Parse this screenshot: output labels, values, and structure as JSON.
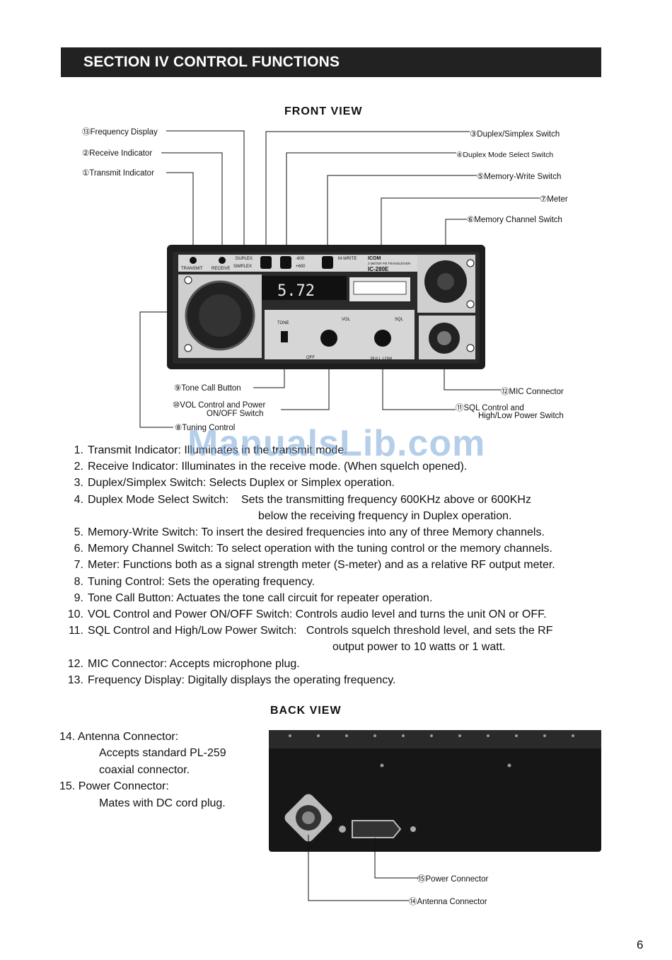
{
  "section_title": "SECTION IV CONTROL FUNCTIONS",
  "front_view": {
    "title": "FRONT VIEW",
    "callouts": [
      {
        "id": "13",
        "label": "⑬Frequency Display"
      },
      {
        "id": "2",
        "label": "②Receive Indicator"
      },
      {
        "id": "1",
        "label": "①Transmit Indicator"
      },
      {
        "id": "3",
        "label": "③Duplex/Simplex Switch"
      },
      {
        "id": "4",
        "label": "④Duplex Mode Select Switch"
      },
      {
        "id": "5",
        "label": "⑤Memory-Write Switch"
      },
      {
        "id": "7",
        "label": "⑦Meter"
      },
      {
        "id": "6",
        "label": "⑥Memory Channel Switch"
      },
      {
        "id": "9",
        "label": "⑨Tone Call Button"
      },
      {
        "id": "10",
        "label": "⑩VOL Control and Power",
        "label2": "ON/OFF Switch"
      },
      {
        "id": "8",
        "label": "⑧Tuning Control"
      },
      {
        "id": "12",
        "label": "⑫MIC Connector"
      },
      {
        "id": "11",
        "label": "⑪SQL Control and",
        "label2": "High/Low Power Switch"
      }
    ],
    "panel_labels": {
      "transmit": "TRANSMIT",
      "receive": "RECEIVE",
      "duplex": "DUPLEX",
      "simplex": "SIMPLEX",
      "minus600": "-600",
      "plus600": "+600",
      "mwrite": "M-WRITE",
      "brand": "ICOM",
      "model_desc": "2 METER FM TRANSCEIVER",
      "model": "IC-280E",
      "display_digits": "5.72",
      "tone": "TONE",
      "vol": "VOL",
      "off": "OFF",
      "sql": "SQL",
      "pull_low": "PULL LOW"
    }
  },
  "functions": [
    {
      "num": "1.",
      "text": "Transmit Indicator: Illuminates in the transmit mode."
    },
    {
      "num": "2.",
      "text": "Receive Indicator: Illuminates in the receive mode. (When squelch opened)."
    },
    {
      "num": "3.",
      "text": "Duplex/Simplex Switch: Selects Duplex or Simplex operation."
    },
    {
      "num": "4.",
      "text": "Duplex Mode Select Switch:    Sets the transmitting frequency 600KHz above or 600KHz",
      "cont": "below the receiving frequency in Duplex operation."
    },
    {
      "num": "5.",
      "text": "Memory-Write Switch: To insert the desired frequencies into any of three Memory channels."
    },
    {
      "num": "6.",
      "text": "Memory Channel Switch: To select operation with the tuning control or the memory channels."
    },
    {
      "num": "7.",
      "text": "Meter: Functions both as a signal strength meter (S-meter) and as a relative RF output meter."
    },
    {
      "num": "8.",
      "text": "Tuning Control: Sets the operating frequency."
    },
    {
      "num": "9.",
      "text": "Tone Call Button: Actuates the tone call circuit for repeater operation."
    },
    {
      "num": "10.",
      "text": "VOL Control and Power ON/OFF Switch: Controls audio level and turns the unit ON or OFF."
    },
    {
      "num": "11.",
      "text": "SQL Control and High/Low Power Switch:   Controls squelch threshold level, and sets the RF",
      "cont": "output power to 10 watts or 1 watt."
    },
    {
      "num": "12.",
      "text": "MIC Connector: Accepts microphone plug."
    },
    {
      "num": "13.",
      "text": "Frequency Display: Digitally displays the operating frequency."
    }
  ],
  "back_view": {
    "title": "BACK VIEW",
    "items": [
      {
        "num": "14.",
        "label": "Antenna Connector:",
        "desc1": "Accepts standard PL-259",
        "desc2": "coaxial connector."
      },
      {
        "num": "15.",
        "label": "Power Connector:",
        "desc1": "Mates with DC cord plug."
      }
    ],
    "callouts": [
      {
        "id": "15",
        "label": "⑮Power Connector"
      },
      {
        "id": "14",
        "label": "⑭Antenna Connector"
      }
    ]
  },
  "watermark": "ManualsLib.com",
  "page_number": "6"
}
